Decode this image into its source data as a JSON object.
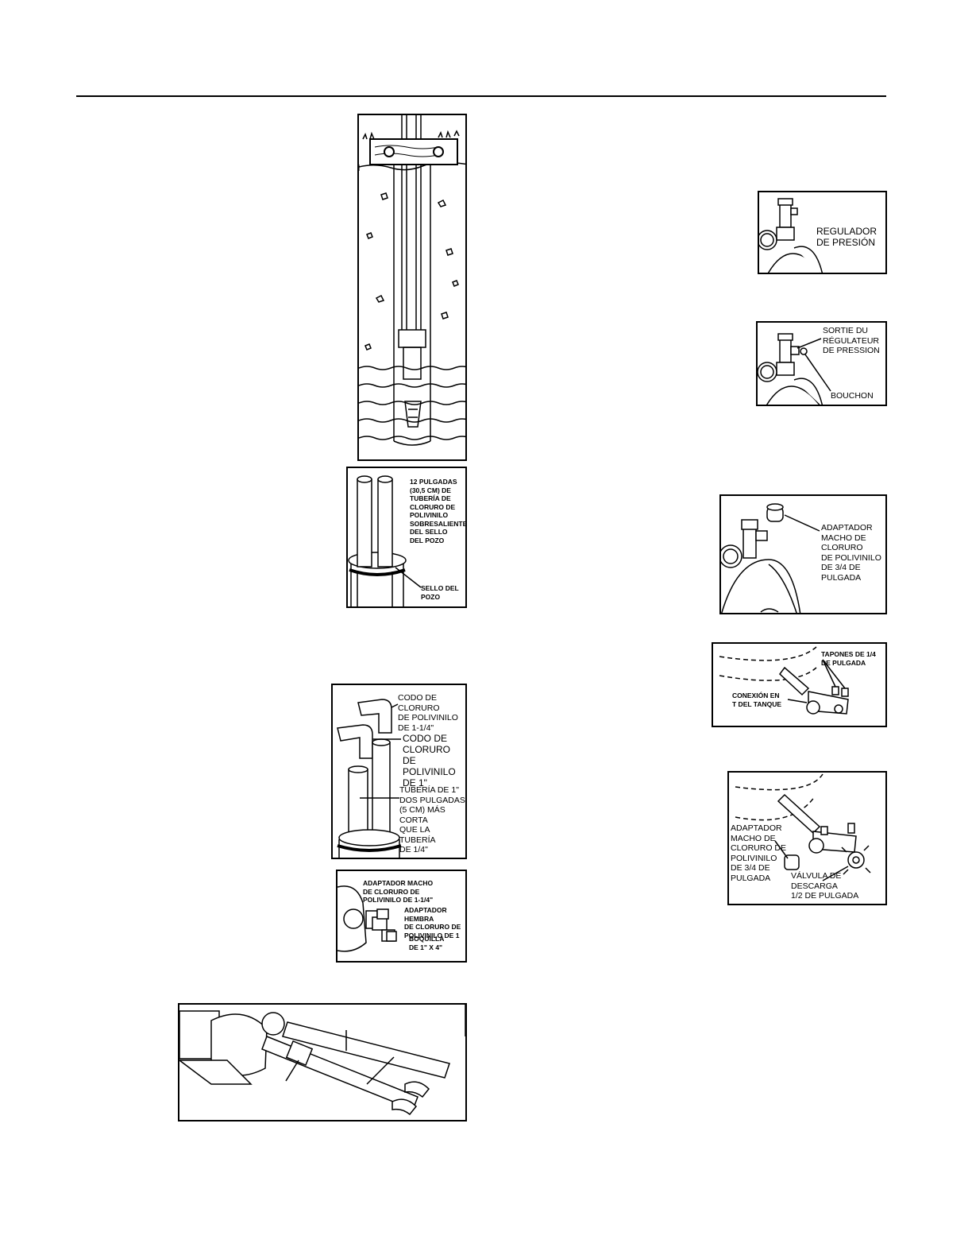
{
  "figures": {
    "pipe_protrusion": {
      "label": "12 PULGADAS\n(30,5 CM) DE\nTUBERÍA DE\nCLORURO DE\nPOLIVINILO\nSOBRESALIENTE\nDEL SELLO\nDEL POZO",
      "seal_label": "SELLO DEL\nPOZO"
    },
    "elbows": {
      "elbow_large": "CODO DE\nCLORURO\nDE POLIVINILO\nDE 1-1/4\"",
      "elbow_small": "CODO DE\nCLORURO\nDE POLIVINILO\nDE 1\"",
      "pipe_note": "TUBERÍA DE 1\"\nDOS PULGADAS\n(5 CM) MÁS CORTA\nQUE LA TUBERÍA\nDE 1/4\""
    },
    "adapters": {
      "male_adapter": "ADAPTADOR MACHO\nDE CLORURO DE\nPOLIVINILO DE 1-1/4\"",
      "female_adapter": "ADAPTADOR HEMBRA\nDE CLORURO DE\nPOLIVINILO DE 1",
      "nipple": "BOQUILLA\nDE 1\" X 4\""
    },
    "pressure_regulator": {
      "label": "REGULADOR\nDE PRESIÓN"
    },
    "regulator_outlet": {
      "outlet_label": "SORTIE DU\nRÉGULATEUR\nDE PRESSION",
      "plug_label": "BOUCHON"
    },
    "male_adapter_34": {
      "label": "ADAPTADOR\nMACHO DE\nCLORURO\nDE POLIVINILO\nDE 3/4 DE\nPULGADA"
    },
    "tank_tee": {
      "plugs_label": "TAPONES DE 1/4\nDE PULGADA",
      "tee_label": "CONEXIÓN EN\nT DEL TANQUE"
    },
    "drain_valve": {
      "adapter_label": "ADAPTADOR\nMACHO DE\nCLORURO DE\nPOLIVINILO\nDE 3/4 DE\nPULGADA",
      "valve_label": "VÁLVULA DE\nDESCARGA\n1/2 DE PULGADA"
    }
  }
}
